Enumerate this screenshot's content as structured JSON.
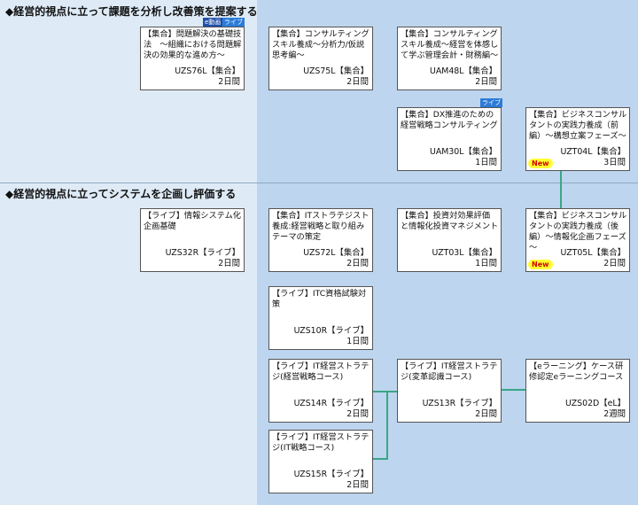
{
  "sections": [
    {
      "title": "◆経営的視点に立って課題を分析し改善策を提案する"
    },
    {
      "title": "◆経営的視点に立ってシステムを企画し評価する"
    }
  ],
  "courses": [
    {
      "title": "【集合】問題解決の基礎技法　～組織における問題解決の効果的な進め方～",
      "code": "UZS76L【集合】",
      "duration": "2日間",
      "badges": [
        "e動画",
        "ライブ"
      ]
    },
    {
      "title": "【集合】コンサルティングスキル養成～分析力/仮説思考編～",
      "code": "UZS75L【集合】",
      "duration": "2日間"
    },
    {
      "title": "【集合】コンサルティングスキル養成～経営を体感して学ぶ管理会計・財務編～",
      "code": "UAM48L【集合】",
      "duration": "2日間"
    },
    {
      "title": "【集合】DX推進のための経営戦略コンサルティング",
      "code": "UAM30L【集合】",
      "duration": "1日間",
      "badges": [
        "ライブ"
      ]
    },
    {
      "title": "【集合】ビジネスコンサルタントの実践力養成（前編）～構想立案フェーズ～",
      "code": "UZT04L【集合】",
      "duration": "3日間",
      "new": "New"
    },
    {
      "title": "【ライブ】情報システム化企画基礎",
      "code": "UZS32R【ライブ】",
      "duration": "2日間"
    },
    {
      "title": "【集合】ITストラテジスト養成:経営戦略と取り組みテーマの策定",
      "code": "UZS72L【集合】",
      "duration": "2日間"
    },
    {
      "title": "【集合】投資対効果評価 と情報化投資マネジメント",
      "code": "UZT03L【集合】",
      "duration": "1日間"
    },
    {
      "title": "【集合】ビジネスコンサルタントの実践力養成（後編）～情報化企画フェーズ～",
      "code": "UZT05L【集合】",
      "duration": "2日間",
      "new": "New"
    },
    {
      "title": "【ライブ】ITC資格試験対策",
      "code": "UZS10R【ライブ】",
      "duration": "1日間"
    },
    {
      "title": "【ライブ】IT経営ストラテジ(経営戦略コース)",
      "code": "UZS14R【ライブ】",
      "duration": "2日間"
    },
    {
      "title": "【ライブ】IT経営ストラテジ(変革認識コース)",
      "code": "UZS13R【ライブ】",
      "duration": "2日間"
    },
    {
      "title": "【eラーニング】ケース研修認定eラーニングコース",
      "code": "UZS02D【eL】",
      "duration": "2週間"
    },
    {
      "title": "【ライブ】IT経営ストラテジ(IT戦略コース)",
      "code": "UZS15R【ライブ】",
      "duration": "2日間"
    }
  ],
  "colors": {
    "left_bg": "#deebf7",
    "right_bg": "#bdd5ee",
    "connector": "#3aa687"
  }
}
